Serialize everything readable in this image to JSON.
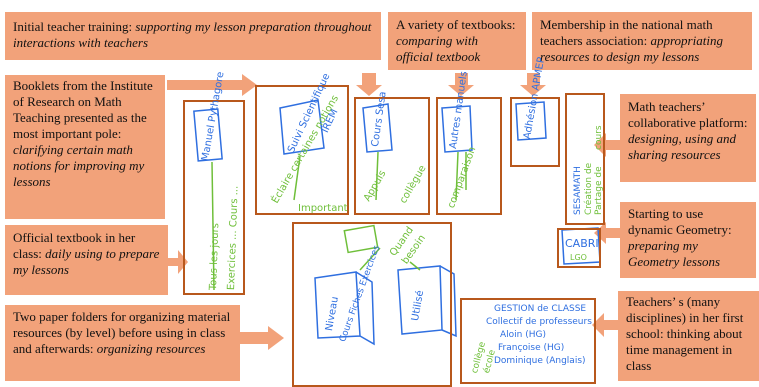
{
  "callouts": [
    {
      "lead": "Initial teacher training:",
      "desc": "supporting my lesson preparation throughout interactions with teachers"
    },
    {
      "lead": "A variety of textbooks:",
      "desc": "comparing with official textbook"
    },
    {
      "lead": "Membership in the national math teachers association:",
      "desc": "appropriating resources to design my lessons"
    },
    {
      "lead": "Booklets from the Institute of Research on Math Teaching presented as the most important pole:",
      "desc": "clarifying certain math notions for improving my lessons"
    },
    {
      "lead": "Math teachers’ collaborative platform:",
      "desc": "designing, using and sharing resources"
    },
    {
      "lead": "Starting to use dynamic Geometry:",
      "desc": "preparing my Geometry lessons"
    },
    {
      "lead": "Official textbook in her class:",
      "desc": "daily using to prepare my lessons"
    },
    {
      "lead": "Teachers’ s (many disciplines) in her first school: thinking about time management in class",
      "desc": ""
    },
    {
      "lead": "Two paper folders for organizing material resources (by level) before using in class and afterwards:",
      "desc": "organizing resources"
    }
  ],
  "handwriting": {
    "manuel": "Manuel Pythagore",
    "tous_les_jours": "Tous les jours",
    "exercices": "Exercices ... Cours ...",
    "suivi": "Suivi Scientifique",
    "irem": "IREM",
    "eclaire": "Éclaire certaines notions",
    "important": "Important",
    "cours_sesa": "Cours Sesa",
    "appuis": "Appuis",
    "collegue": "collègue",
    "autres_manuels": "Autres manuels",
    "comparaison": "comparaison",
    "adhesion": "Adhésion APMEP",
    "sesamath": "SESAMATH",
    "creation": "Création de",
    "partage": "Partage de",
    "cours": "cours",
    "cabri": "CABRI",
    "lgo": "LGO",
    "quand": "Quand",
    "besoin": "besoin",
    "niveau": "Niveau",
    "cours_folder": "Cours Fiches Exercices",
    "utilise": "Utilisé",
    "gestion": "GESTION de CLASSE",
    "collectif": "Collectif de professeurs",
    "aloin": "Aloin (HG)",
    "francoise": "Françoise (HG)",
    "dominique": "Dominique (Anglais)",
    "college": "collège",
    "ecole": "école"
  },
  "colors": {
    "callout": "#f2a27a",
    "frame": "#b8581c",
    "ink_blue": "#2f6fe0",
    "ink_green": "#6fbf3a"
  }
}
